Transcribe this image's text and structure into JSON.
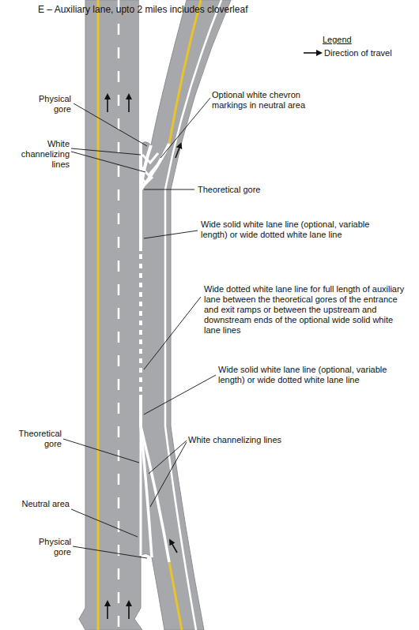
{
  "diagram": {
    "title": "E – Auxiliary lane, upto 2 miles includes cloverleaf",
    "labels": [
      "Legend",
      "Physical gore",
      "Optional white chevron markings in neutral area",
      "White channelizing lines",
      "Theoretical gore",
      "Wide solid white lane line (optional, variable length) or wide dotted white lane line",
      "Wide dotted white lane line for full length of auxiliary lane between the theoretical gores of the entrance and exit ramps or between the upstream and downstream ends of the optional wide solid white lane lines",
      "Wide solid white lane line (optional, variable length) or wide dotted white lane line",
      "Theoretical gore",
      "White channelizing lines",
      "Neutral area",
      "Physical gore"
    ],
    "legend": [
      {
        "text": "Direction of travel"
      }
    ]
  }
}
